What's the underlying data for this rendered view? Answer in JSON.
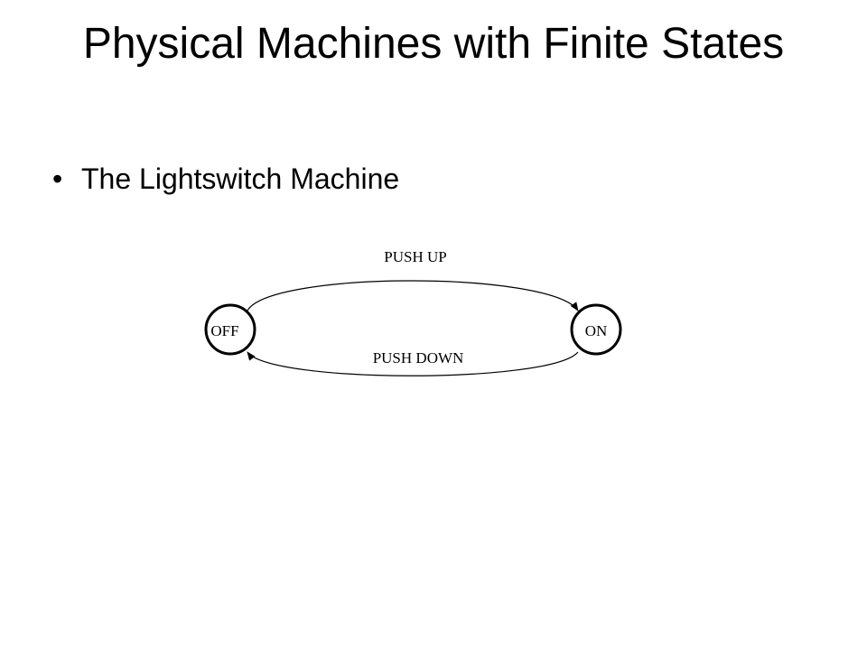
{
  "slide": {
    "title": "Physical Machines with Finite States",
    "bullets": [
      {
        "marker": "•",
        "text": "The Lightswitch Machine"
      }
    ]
  },
  "diagram": {
    "states": [
      {
        "id": "off",
        "label": "OFF"
      },
      {
        "id": "on",
        "label": "ON"
      }
    ],
    "transitions": [
      {
        "from": "off",
        "to": "on",
        "label": "PUSH UP"
      },
      {
        "from": "on",
        "to": "off",
        "label": "PUSH DOWN"
      }
    ]
  }
}
